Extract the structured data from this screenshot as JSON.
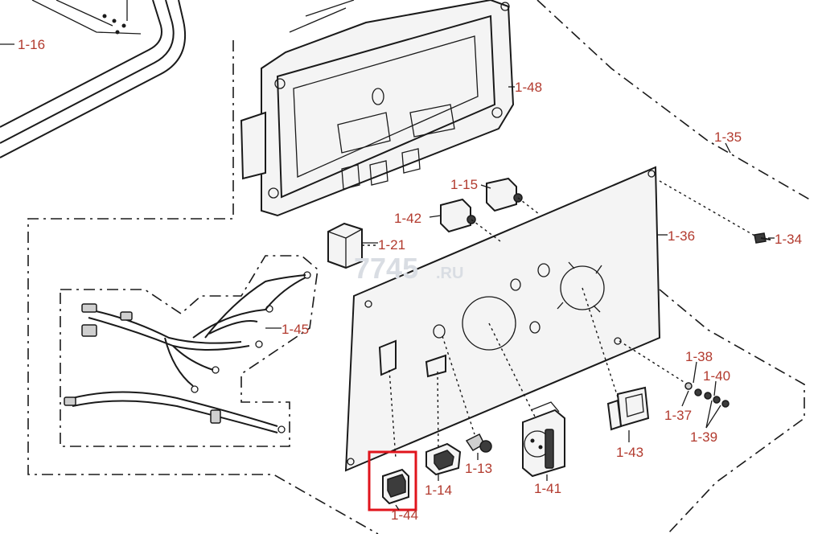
{
  "diagram": {
    "watermark": "7745",
    "watermark_suffix": ".RU",
    "highlight_color": "#e0141c",
    "label_color": "#b23a2e",
    "callouts": [
      {
        "id": "c-1-16",
        "text": "1-16"
      },
      {
        "id": "c-1-48",
        "text": "1-48"
      },
      {
        "id": "c-1-35",
        "text": "1-35"
      },
      {
        "id": "c-1-15",
        "text": "1-15"
      },
      {
        "id": "c-1-42",
        "text": "1-42"
      },
      {
        "id": "c-1-21",
        "text": "1-21"
      },
      {
        "id": "c-1-36",
        "text": "1-36"
      },
      {
        "id": "c-1-34",
        "text": "1-34"
      },
      {
        "id": "c-1-45",
        "text": "1-45"
      },
      {
        "id": "c-1-38",
        "text": "1-38"
      },
      {
        "id": "c-1-40",
        "text": "1-40"
      },
      {
        "id": "c-1-37",
        "text": "1-37"
      },
      {
        "id": "c-1-39",
        "text": "1-39"
      },
      {
        "id": "c-1-43",
        "text": "1-43"
      },
      {
        "id": "c-1-13",
        "text": "1-13"
      },
      {
        "id": "c-1-14",
        "text": "1-14"
      },
      {
        "id": "c-1-41",
        "text": "1-41"
      },
      {
        "id": "c-1-44",
        "text": "1-44"
      }
    ]
  }
}
